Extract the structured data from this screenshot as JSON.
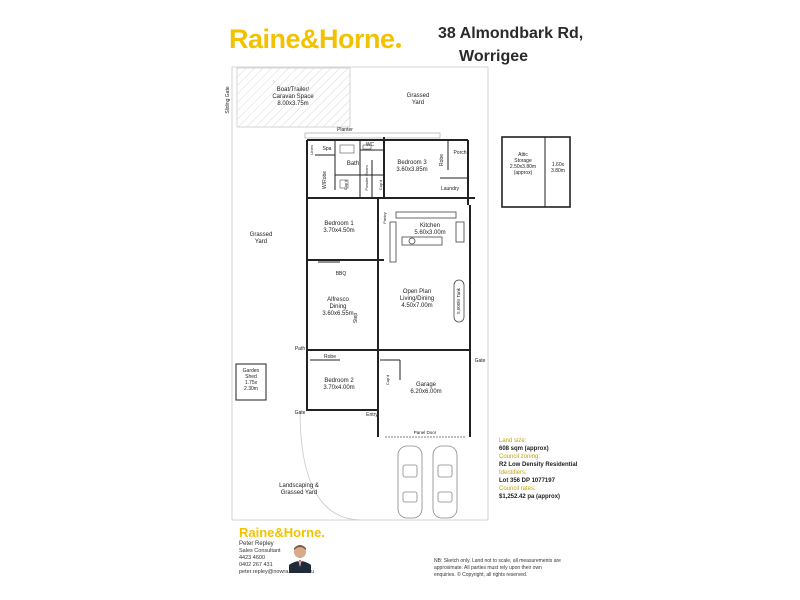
{
  "header": {
    "brand": "Raine&Horne",
    "address_line1": "38 Almondbark Rd,",
    "address_line2": "Worrigee"
  },
  "plan_labels": {
    "sliding_gate": "Sliding Gate",
    "boat_space": [
      "Boat/Trailer/",
      "Caravan Space",
      "8.00x3.75m"
    ],
    "grassed_yard_top": [
      "Grassed",
      "Yard"
    ],
    "grassed_yard_left": [
      "Grassed",
      "Yard"
    ],
    "planter": "Planter",
    "linen": "Linen",
    "spa": "Spa",
    "wc": "WC",
    "bath": "Bath",
    "wi_robe": "W/Robe",
    "cupd_bath": "Cup'd",
    "powder_room": "Powder Room",
    "cupd_hall": "Cup'd",
    "bedroom3": [
      "Bedroom 3",
      "3.60x3.85m"
    ],
    "robe_b3": "Robe",
    "porch": "Porch",
    "laundry": "Laundry",
    "attic_storage": [
      "Attic",
      "Storage",
      "2.50x3.80m",
      "(approx)"
    ],
    "attic_small": [
      "1.60x",
      "3.80m"
    ],
    "bedroom1": [
      "Bedroom 1",
      "3.70x4.50m"
    ],
    "pantry": "Pantry",
    "kitchen": [
      "Kitchen",
      "5.60x3.00m"
    ],
    "bbq": "BBQ",
    "alfresco": [
      "Alfresco",
      "Dining",
      "3.60x6.55m"
    ],
    "open_plan": [
      "Open Plan",
      "Living/Dining",
      "4.50x7.00m"
    ],
    "tank": "5,000ltr Tank",
    "step": "Step",
    "path": "Path",
    "gate_right": "Gate",
    "robe_b2": "Robe",
    "bedroom2": [
      "Bedroom 2",
      "3.70x4.00m"
    ],
    "cupd_garage": "Cup'd",
    "garage": [
      "Garage",
      "6.20x6.00m"
    ],
    "garden_shed": [
      "Garden",
      "Shed",
      "1.75x",
      "2.30m"
    ],
    "gate_left": "Gate",
    "entry": "Entry",
    "panel_door": "Panel Door",
    "landscaping": [
      "Landscaping &",
      "Grassed Yard"
    ]
  },
  "property_info": {
    "land_size_label": "Land size:",
    "land_size_value": "608 sqm (approx)",
    "zoning_label": "Council zoning:",
    "zoning_value": "R2 Low Density Residential",
    "identifiers_label": "Identifiers:",
    "identifiers_value": "Lot 356    DP 1077197",
    "rates_label": "Council rates:",
    "rates_value": "$1,252.42 pa (approx)"
  },
  "agent": {
    "brand": "Raine&Horne.",
    "name": "Peter Repley",
    "title": "Sales Consultant",
    "phone1": "4423 4600",
    "phone2": "0402 267 431",
    "email": "peter.repley@nowra.rh.com.au"
  },
  "disclaimer": "NB: Sketch only. Land not to scale, all measurements are approximate. All parties must rely upon their own enquiries. © Copyright, all rights reserved.",
  "colors": {
    "brand_yellow": "#f2c200",
    "wall": "#222222",
    "gold_label": "#c9a200"
  }
}
